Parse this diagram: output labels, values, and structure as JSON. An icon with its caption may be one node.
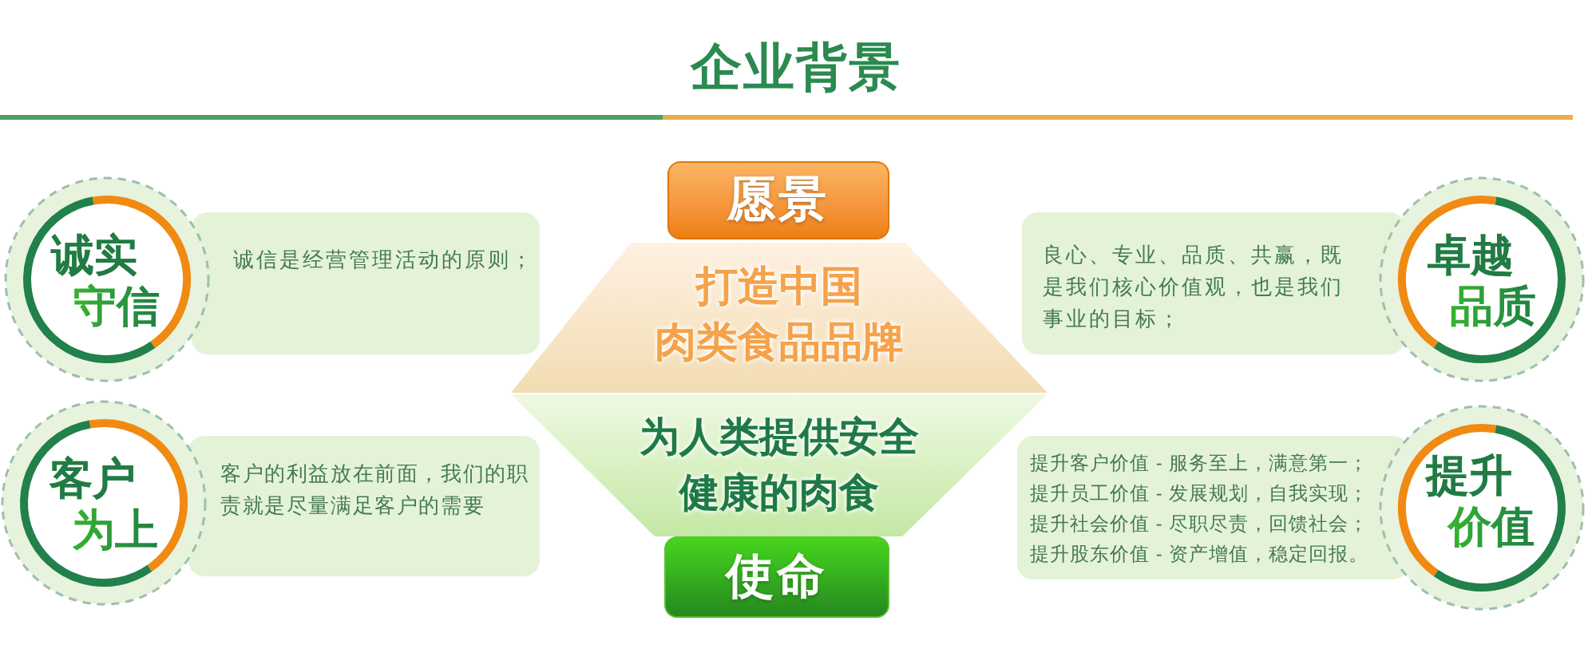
{
  "diagram": {
    "title": "企业背景",
    "nodes": [
      {
        "text": [
          "愿景"
        ]
      },
      {
        "text": [
          "诚实守信"
        ]
      },
      {
        "text": [
          "诚信是经营管理活动的原则；"
        ]
      },
      {
        "text": [
          "打造中国肉类食品品牌"
        ]
      },
      {
        "text": [
          "良心、专业、品质、共赢，既是我们核心价值观，也是我们事业的目标；"
        ]
      },
      {
        "text": [
          "卓越品质"
        ]
      },
      {
        "text": [
          "客户为上"
        ]
      },
      {
        "text": [
          "客户的利益放在前面，我们的职责就是尽量满足客户的需要"
        ]
      },
      {
        "text": [
          "为人类提供安全健康的肉食"
        ]
      },
      {
        "text": [
          "提升客户价值 - 服务至上，满意第一；",
          "提升员工价值 - 发展规划，自我实现；",
          "提升社会价值 - 尽职尽责，回馈社会；",
          "提升股东价值 - 资产增值，稳定回报。"
        ]
      },
      {
        "text": [
          "提升价值"
        ]
      },
      {
        "text": [
          "使命"
        ]
      }
    ]
  }
}
